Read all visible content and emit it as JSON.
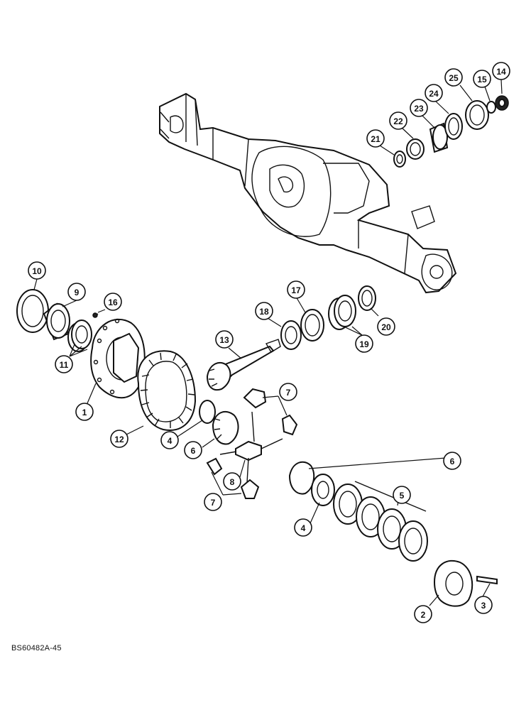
{
  "figure_code": "BS60482A-45",
  "callouts": [
    {
      "label": "14"
    },
    {
      "label": "15"
    },
    {
      "label": "25"
    },
    {
      "label": "24"
    },
    {
      "label": "23"
    },
    {
      "label": "22"
    },
    {
      "label": "21"
    },
    {
      "label": "10"
    },
    {
      "label": "9"
    },
    {
      "label": "16"
    },
    {
      "label": "11"
    },
    {
      "label": "1"
    },
    {
      "label": "17"
    },
    {
      "label": "18"
    },
    {
      "label": "13"
    },
    {
      "label": "19"
    },
    {
      "label": "20"
    },
    {
      "label": "7"
    },
    {
      "label": "12"
    },
    {
      "label": "4"
    },
    {
      "label": "6"
    },
    {
      "label": "8"
    },
    {
      "label": "7"
    },
    {
      "label": "6"
    },
    {
      "label": "5"
    },
    {
      "label": "4"
    },
    {
      "label": "2"
    },
    {
      "label": "3"
    }
  ]
}
